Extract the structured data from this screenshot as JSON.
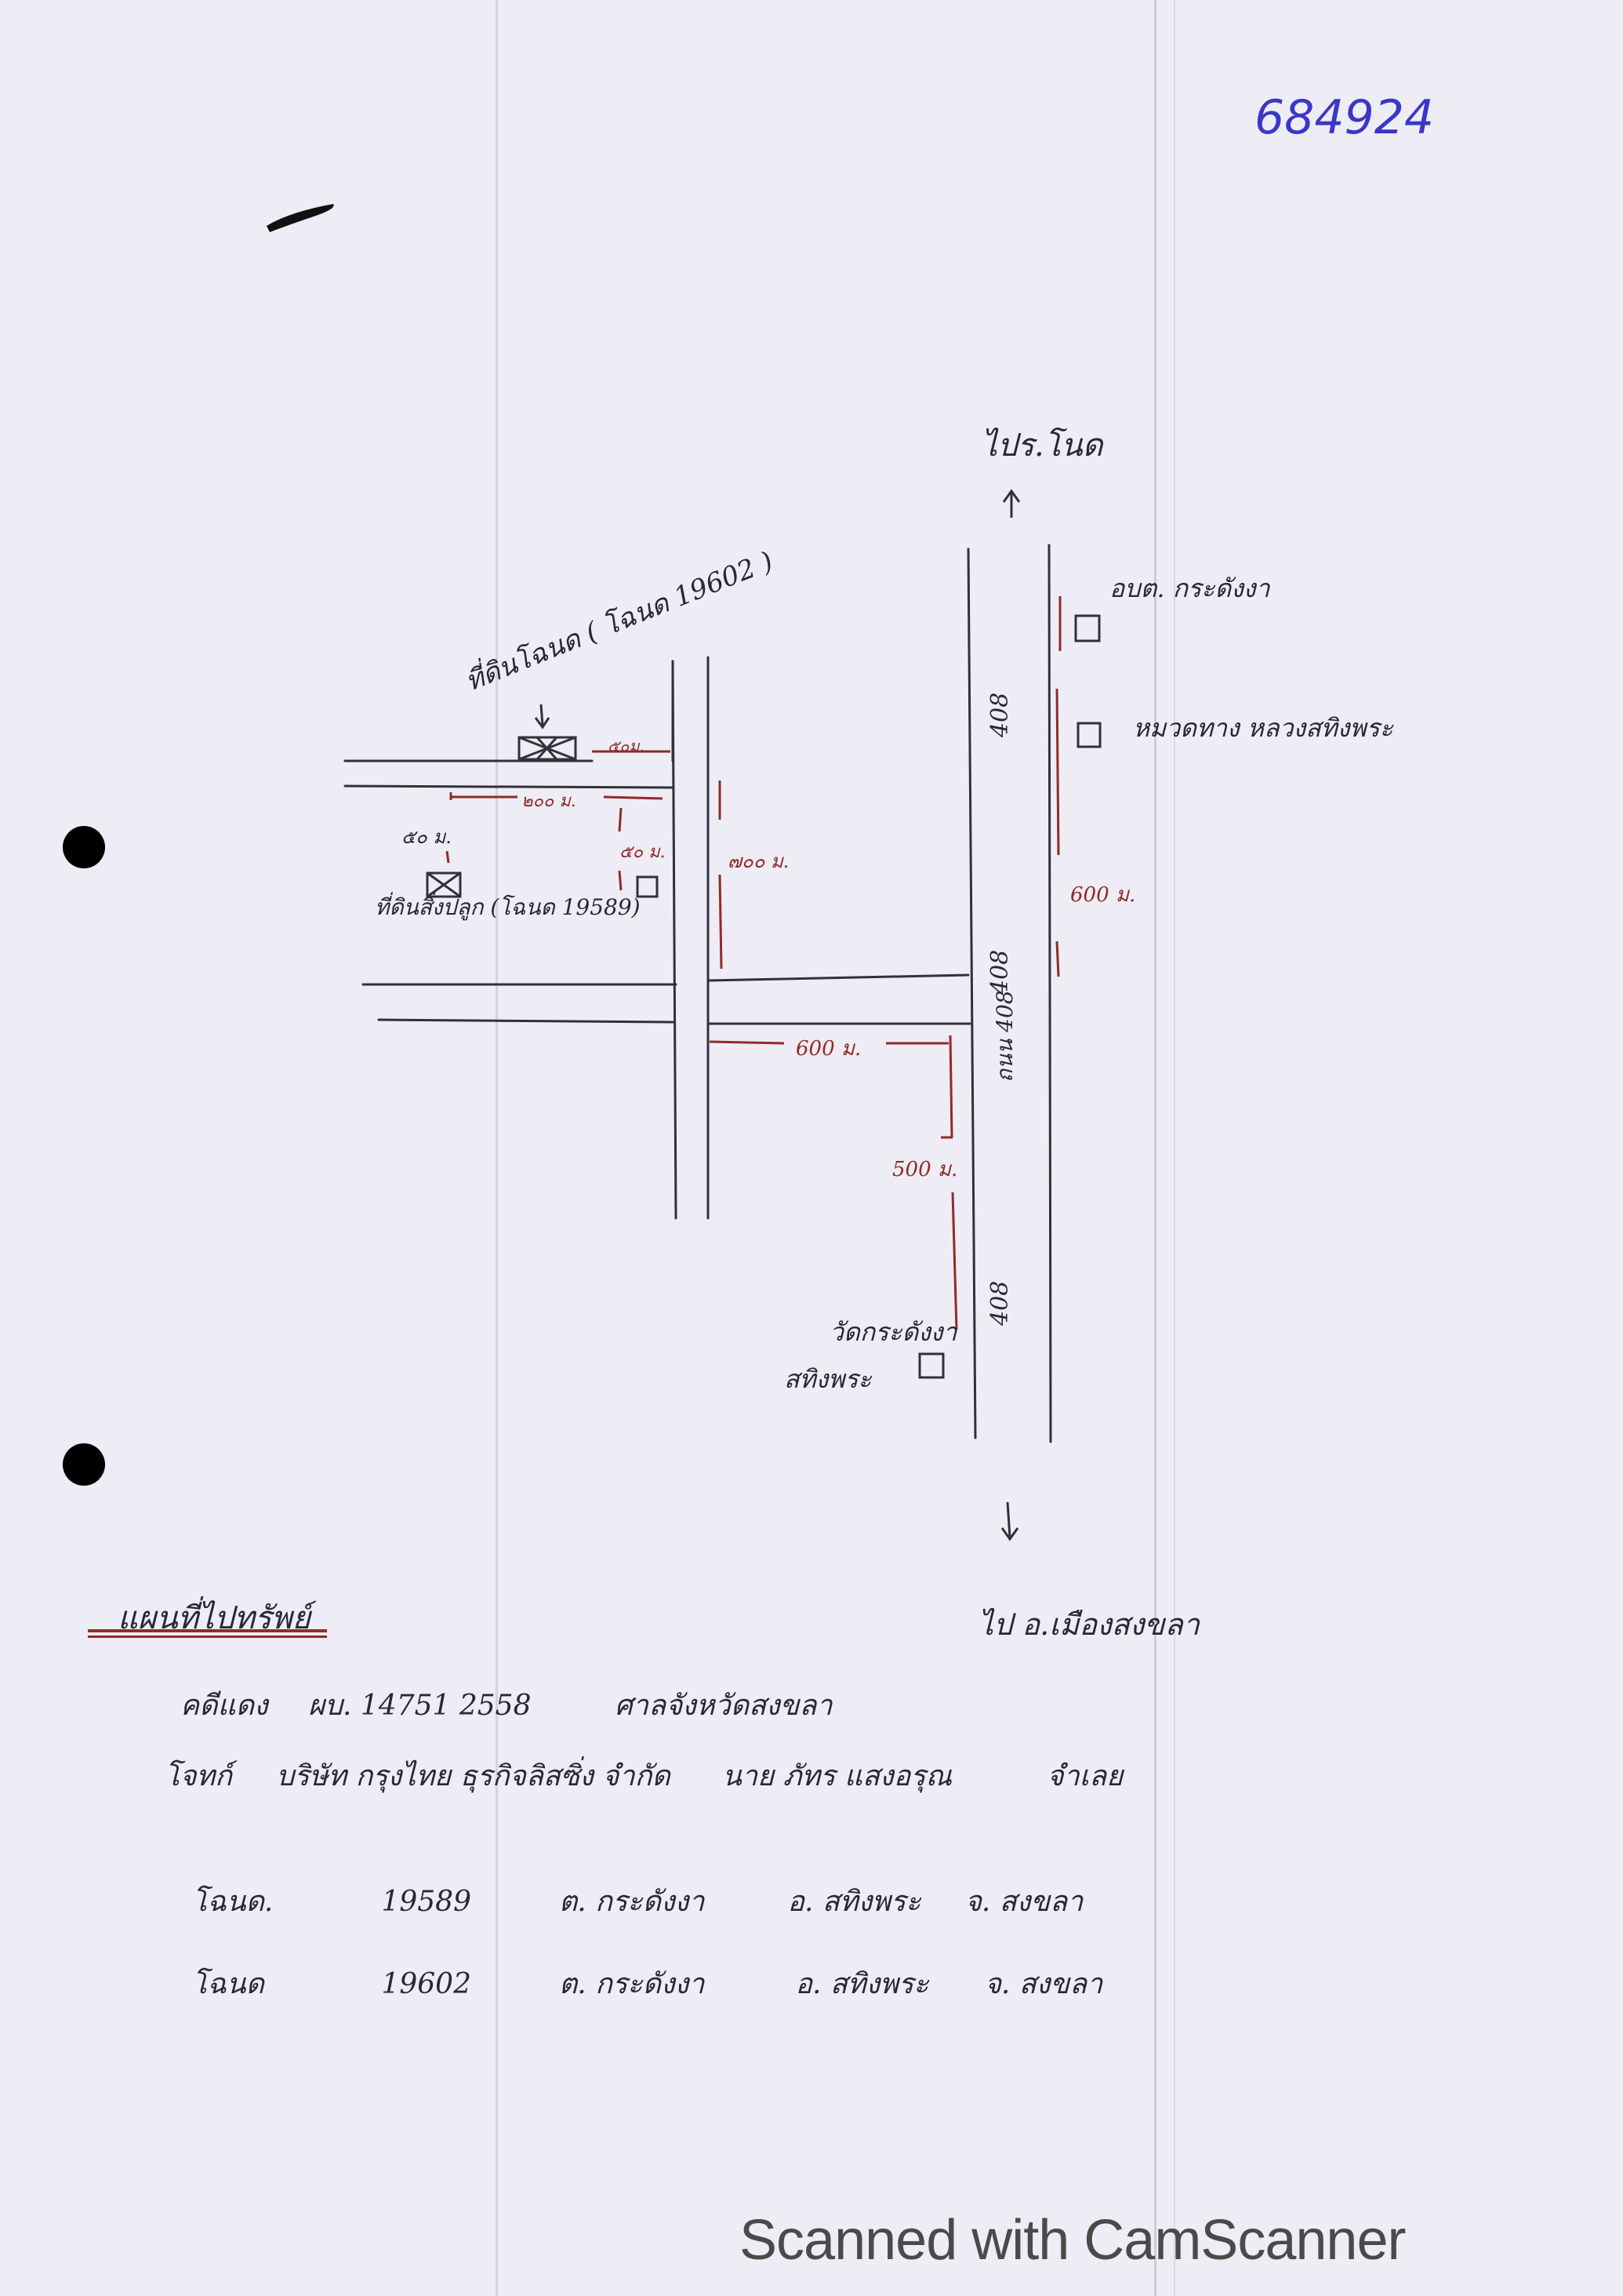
{
  "document_number": "684924",
  "map": {
    "north_destination": "ไปร.โนด",
    "south_destination": "ไป อ.เมืองสงขลา",
    "highway_labels": [
      "408",
      "408",
      "ถนน 408",
      "408"
    ],
    "landmarks": {
      "sao": "อบต. กระดังงา",
      "police": "หมวดทาง หลวงสทิงพระ",
      "temple": "วัดกระดังงา",
      "district": "สทิงพระ",
      "plot_19602": "ที่ดินโฉนด ( โฉนด 19602 )",
      "plot_19589": "ที่ดินสิ่งปลูก (โฉนด 19589)"
    },
    "distances": {
      "d_top_small": "๕๐ม.",
      "d_200": "๒๐๐ ม.",
      "d_50_left": "๕๐ ม.",
      "d_50_mid": "๕๐ ม.",
      "d_700": "๗๐๐ ม.",
      "d_600_right": "600 ม.",
      "d_600_bottom": "600 ม.",
      "d_500": "500 ม."
    }
  },
  "legend": {
    "title": "แผนที่ไปทรัพย์",
    "case_label": "คดีแดง",
    "case_number": "ผบ. 14751 2558",
    "court": "ศาลจังหวัดสงขลา",
    "plaintiff_label": "โจทก์",
    "plaintiff": "บริษัท กรุงไทย ธุรกิจลิสซิ่ง จำกัด",
    "defendant": "นาย ภัทร แสงอรุณ",
    "defendant_label": "จำเลย",
    "deeds": [
      {
        "label": "โฉนด.",
        "number": "19589",
        "tambon": "ต. กระดังงา",
        "amphoe": "อ. สทิงพระ",
        "changwat": "จ. สงขลา"
      },
      {
        "label": "โฉนด",
        "number": "19602",
        "tambon": "ต. กระดังงา",
        "amphoe": "อ. สทิงพระ",
        "changwat": "จ. สงขลา"
      }
    ]
  },
  "watermark": "Scanned with CamScanner"
}
